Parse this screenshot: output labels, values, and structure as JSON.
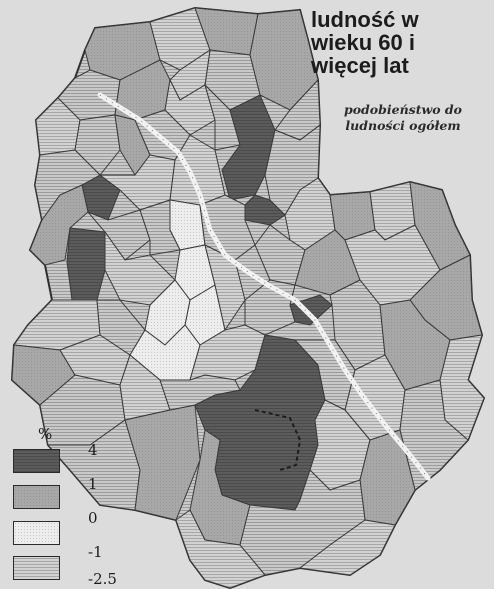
{
  "title": {
    "line1": "ludność w",
    "line2": "wieku 60 i",
    "line3": "więcej lat"
  },
  "subtitle": {
    "line1": "podobieństwo do",
    "line2": "ludności ogółem"
  },
  "legend": {
    "unit": "%",
    "classes": [
      {
        "label": "4",
        "color": "#5b5b5b"
      },
      {
        "label": "1",
        "color": "#a7a7a7"
      },
      {
        "label": "0",
        "color": "#ececec"
      },
      {
        "label": "-1",
        "color": "#c6c6c6"
      },
      {
        "label": "-2.5",
        "color": "#b4b4b4"
      }
    ]
  },
  "colors": {
    "background": "#dcdcdc",
    "boundary": "#2f2f2f",
    "river": "#f4f4f4"
  }
}
